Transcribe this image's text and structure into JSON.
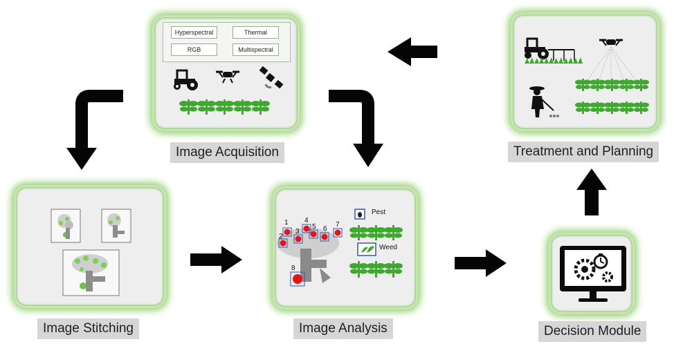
{
  "stages": {
    "acquisition": {
      "caption": "Image Acquisition",
      "sensors": [
        "Hyperspectral",
        "Thermal",
        "RGB",
        "Multispectral"
      ]
    },
    "stitching": {
      "caption": "Image Stitching"
    },
    "analysis": {
      "caption": "Image Analysis",
      "labels": {
        "pest": "Pest",
        "weed": "Weed"
      },
      "numbers": [
        "1",
        "2",
        "3",
        "4",
        "5",
        "6",
        "7",
        "8"
      ]
    },
    "decision": {
      "caption": "Decision Module"
    },
    "treatment": {
      "caption": "Treatment and Planning"
    }
  },
  "colors": {
    "panel_bg": "#eeeeee",
    "panel_glow": "#9ad27a",
    "caption_bg": "#d6d6d6",
    "arrow": "#050505",
    "plant": "#3fa82f",
    "fruit": "#e0161b"
  }
}
